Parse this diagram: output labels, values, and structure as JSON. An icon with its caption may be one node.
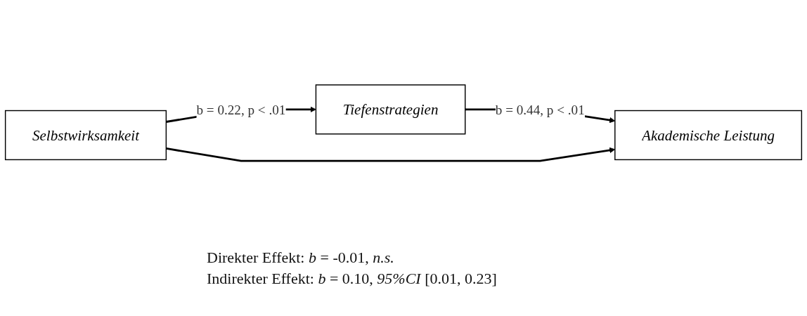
{
  "diagram": {
    "nodes": [
      {
        "text": [
          "Tiefenstrategien"
        ]
      },
      {
        "text": [
          "Selbstwirksamkeit"
        ]
      },
      {
        "text": [
          "Akademische Leistung"
        ]
      }
    ],
    "edges": [
      {
        "from": 1,
        "to": 0,
        "arrow": "to",
        "label": "b = 0.22, p < .01"
      },
      {
        "from": 0,
        "to": 2,
        "arrow": "to",
        "label": "b = 0.44, p < .01"
      },
      {
        "from": 1,
        "to": 2,
        "arrow": "to"
      }
    ],
    "labels": [
      "Direkter Effekt: *b* = -0.01, *n.s.*",
      "Indirekter Effekt: *b* = 0.10, *95%CI* [0.01, 0.23]"
    ]
  }
}
